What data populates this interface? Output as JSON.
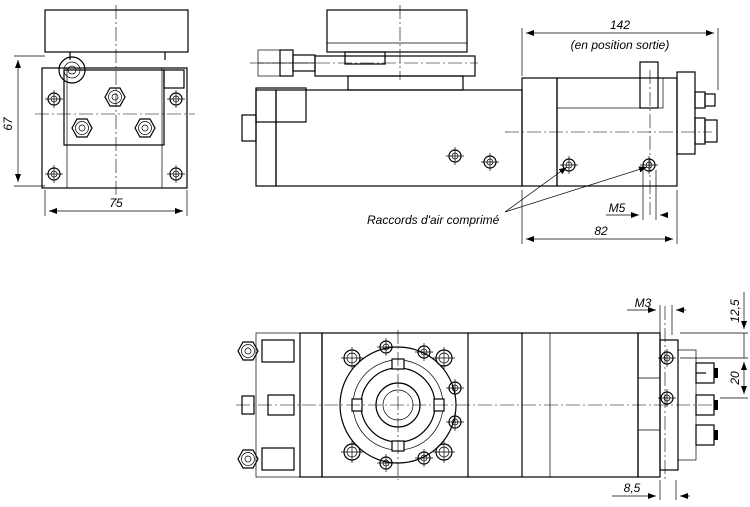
{
  "dimensions": {
    "height_side": "67",
    "width_side": "75",
    "length_extended": "142",
    "extended_note": "(en position sortie)",
    "thread_m5": "M5",
    "length_82": "82",
    "thread_m3": "M3",
    "offset_12_5": "12,5",
    "spacing_20": "20",
    "offset_8_5": "8,5"
  },
  "labels": {
    "air_connections": "Raccords d'air comprimé"
  }
}
